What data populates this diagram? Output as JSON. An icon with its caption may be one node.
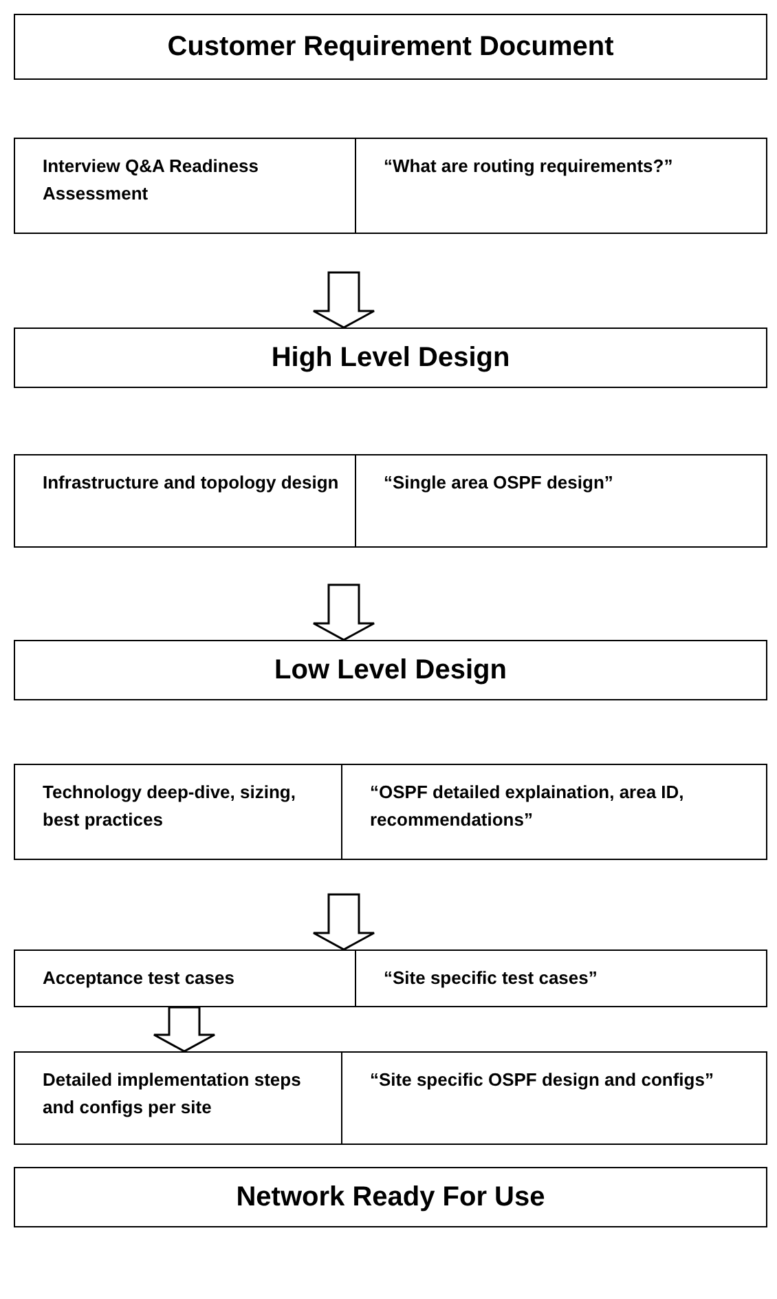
{
  "diagram": {
    "nodes": [
      {
        "text": [
          "Customer Requirement Document"
        ]
      },
      {
        "text": [
          "Interview Q&A Readiness Assessment"
        ]
      },
      {
        "text": [
          "“What are routing requirements?”"
        ]
      },
      {
        "text": [
          "High Level Design"
        ]
      },
      {
        "text": [
          "Infrastructure and topology design"
        ]
      },
      {
        "text": [
          "“Single area OSPF design”"
        ]
      },
      {
        "text": [
          "Low Level Design"
        ]
      },
      {
        "text": [
          "Technology deep-dive, sizing, best practices"
        ]
      },
      {
        "text": [
          "“OSPF detailed explaination, area ID, recommendations”"
        ]
      },
      {
        "text": [
          "Acceptance test cases"
        ]
      },
      {
        "text": [
          "“Site specific test cases”"
        ]
      },
      {
        "text": [
          "Detailed implementation steps and configs per site"
        ]
      },
      {
        "text": [
          "“Site specific OSPF design and configs”"
        ]
      },
      {
        "text": [
          "Network Ready For Use"
        ]
      }
    ],
    "edges": [
      {
        "from": null,
        "to": 3,
        "arrow": "to"
      },
      {
        "from": null,
        "to": 6,
        "arrow": "to"
      },
      {
        "from": null,
        "to": 9,
        "arrow": "to"
      },
      {
        "from": 9,
        "to": 11,
        "arrow": "to"
      }
    ]
  }
}
